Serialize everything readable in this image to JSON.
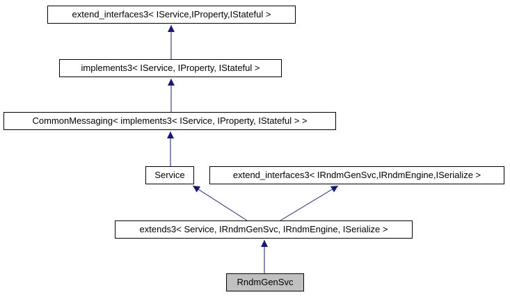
{
  "diagram": {
    "type": "class-inheritance-graph",
    "colors": {
      "background": "#ffffff",
      "node_border": "#000000",
      "node_fill": "#ffffff",
      "selected_node_fill": "#c0c0c0",
      "edge": "#191970"
    },
    "nodes": [
      {
        "id": "extend_interfaces3_service",
        "label": "extend_interfaces3< IService,IProperty,IStateful >",
        "selected": false
      },
      {
        "id": "implements3",
        "label": "implements3< IService, IProperty, IStateful >",
        "selected": false
      },
      {
        "id": "common_messaging",
        "label": "CommonMessaging< implements3< IService, IProperty, IStateful > >",
        "selected": false
      },
      {
        "id": "service",
        "label": "Service",
        "selected": false
      },
      {
        "id": "extend_interfaces3_rndm",
        "label": "extend_interfaces3< IRndmGenSvc,IRndmEngine,ISerialize >",
        "selected": false
      },
      {
        "id": "extends3",
        "label": "extends3< Service, IRndmGenSvc, IRndmEngine, ISerialize >",
        "selected": false
      },
      {
        "id": "rndm_gen_svc",
        "label": "RndmGenSvc",
        "selected": true
      }
    ],
    "edges": [
      {
        "from": "implements3",
        "to": "extend_interfaces3_service"
      },
      {
        "from": "common_messaging",
        "to": "implements3"
      },
      {
        "from": "service",
        "to": "common_messaging"
      },
      {
        "from": "extends3",
        "to": "service"
      },
      {
        "from": "extends3",
        "to": "extend_interfaces3_rndm"
      },
      {
        "from": "rndm_gen_svc",
        "to": "extends3"
      }
    ]
  }
}
